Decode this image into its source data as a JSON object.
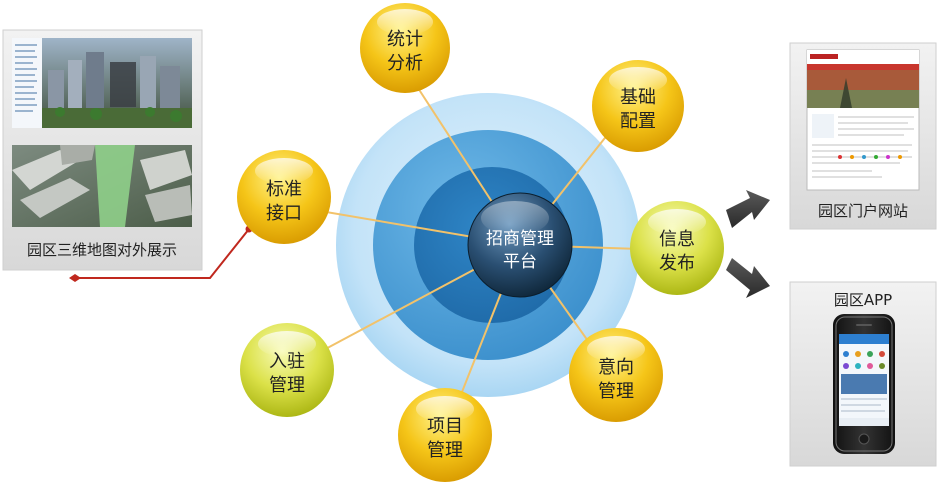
{
  "hub": {
    "line1": "招商管理",
    "line2": "平台"
  },
  "nodes": [
    {
      "id": "stats",
      "line1": "统计",
      "line2": "分析",
      "style": "gold"
    },
    {
      "id": "base-config",
      "line1": "基础",
      "line2": "配置",
      "style": "gold"
    },
    {
      "id": "info-publish",
      "line1": "信息",
      "line2": "发布",
      "style": "green"
    },
    {
      "id": "intent-mgmt",
      "line1": "意向",
      "line2": "管理",
      "style": "gold"
    },
    {
      "id": "project-mgmt",
      "line1": "项目",
      "line2": "管理",
      "style": "gold"
    },
    {
      "id": "settle-mgmt",
      "line1": "入驻",
      "line2": "管理",
      "style": "green"
    },
    {
      "id": "std-interface",
      "line1": "标准",
      "line2": "接口",
      "style": "gold"
    }
  ],
  "left_panel": {
    "caption": "园区三维地图对外展示"
  },
  "right_panels": {
    "portal": {
      "caption": "园区门户网站"
    },
    "app": {
      "title": "园区APP"
    }
  },
  "colors": {
    "gold_light": "#fff07a",
    "gold_dark": "#e0a000",
    "green_light": "#f4f7a0",
    "green_dark": "#b8c21e",
    "hub_dark": "#0f2f48",
    "hub_light": "#5d89ad",
    "ring_outer": "#c7e6fa",
    "ring_mid": "#4da3d9",
    "ring_inner": "#2a78b8",
    "connector": "#f2c26a",
    "arrow": "#3a3a3a",
    "accent_red": "#c0281e"
  }
}
